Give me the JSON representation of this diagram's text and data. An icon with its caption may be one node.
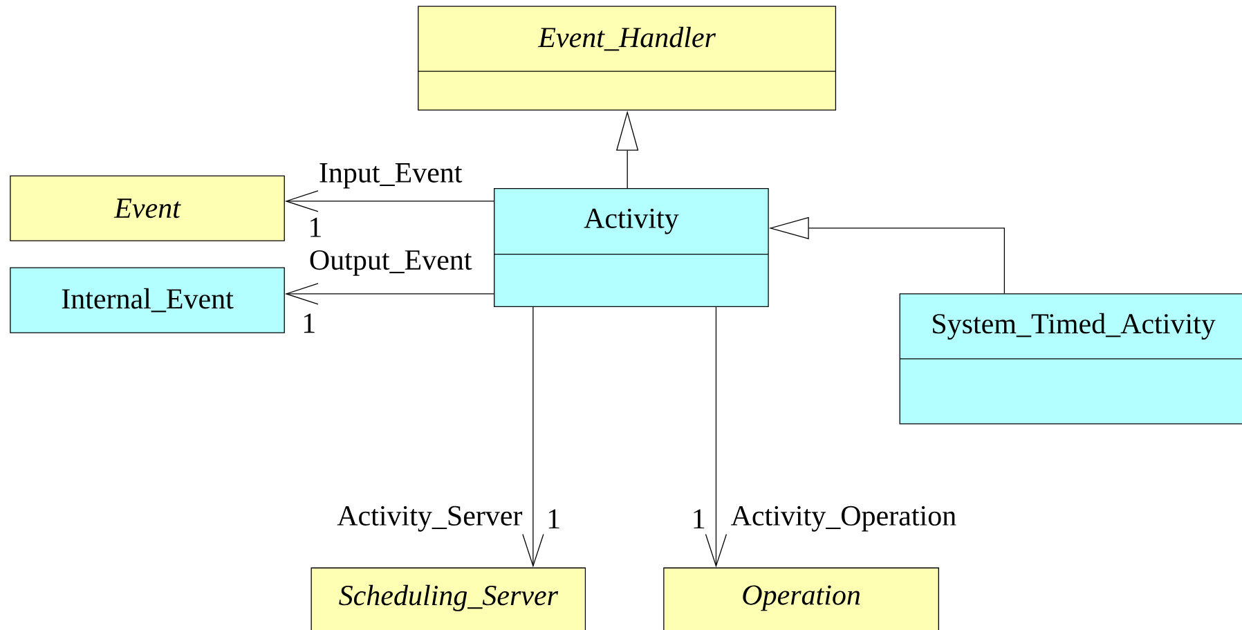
{
  "diagram": {
    "nodes": [
      {
        "text": [
          "Event_Handler"
        ]
      },
      {
        "text": [
          "Event"
        ]
      },
      {
        "text": [
          "Internal_Event"
        ]
      },
      {
        "text": [
          "Activity"
        ]
      },
      {
        "text": [
          "System_Timed_Activity"
        ]
      },
      {
        "text": [
          "Scheduling_Server"
        ]
      },
      {
        "text": [
          "Operation"
        ]
      }
    ],
    "edges": [
      {
        "from": 3,
        "to": 0,
        "arrow": "to"
      },
      {
        "from": 4,
        "to": 3,
        "arrow": "to"
      },
      {
        "from": 3,
        "to": 1,
        "arrow": "to",
        "label": "Input_Event"
      },
      {
        "from": 3,
        "to": 2,
        "arrow": "to",
        "label": "Output_Event"
      },
      {
        "from": 3,
        "to": 5,
        "arrow": "to",
        "label": "Activity_Server"
      },
      {
        "from": 3,
        "to": 6,
        "arrow": "to",
        "label": "Activity_Operation"
      }
    ],
    "labels": [
      "1",
      "1",
      "1",
      "1"
    ]
  }
}
